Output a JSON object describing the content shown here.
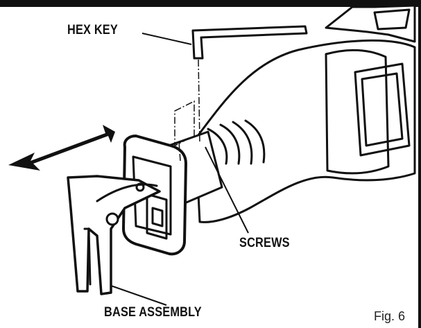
{
  "callouts": {
    "hex_key": "HEX KEY",
    "screws": "SCREWS",
    "base_assembly": "BASE ASSEMBLY"
  },
  "figure_label": "Fig. 6",
  "colors": {
    "ink": "#111111",
    "paper": "#ffffff"
  },
  "icons": [
    "double-arrow-icon"
  ]
}
